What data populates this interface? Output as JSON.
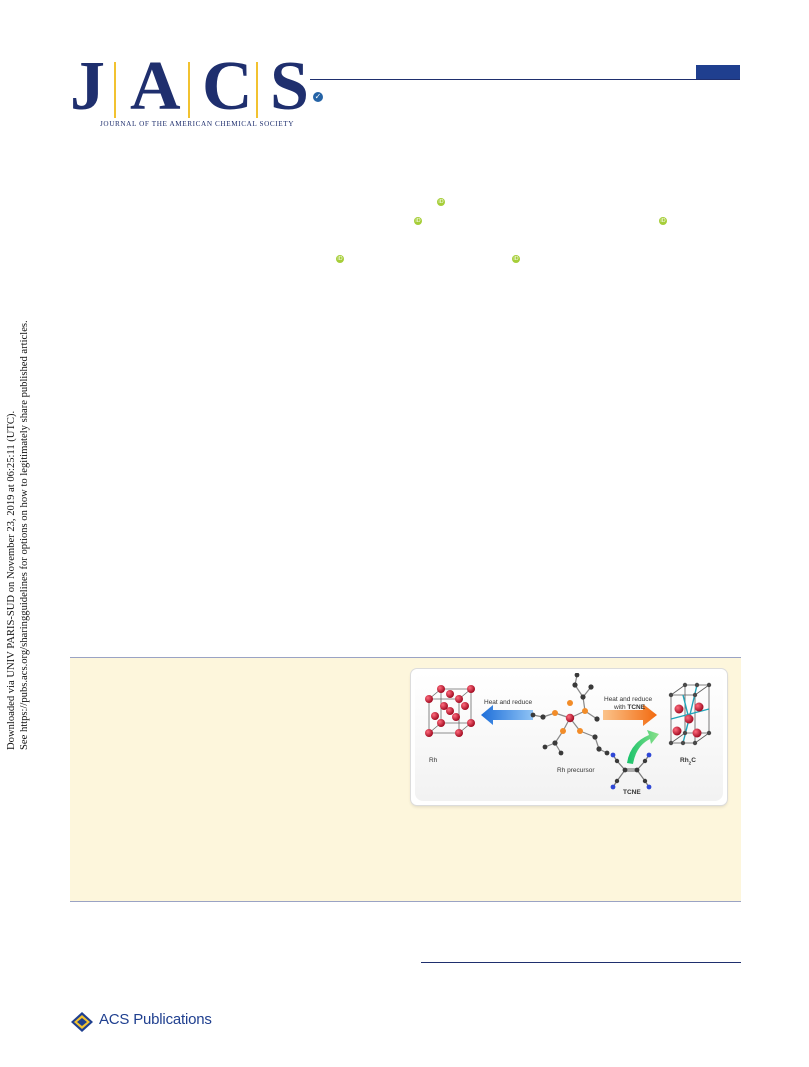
{
  "header": {
    "logo_letters": [
      "J",
      "A",
      "C",
      "S"
    ],
    "journal_name": "JOURNAL OF THE AMERICAN CHEMICAL SOCIETY",
    "accent_color": "#f2c230",
    "brand_color": "#1f2f6e"
  },
  "side_note": {
    "line1": "Downloaded via UNIV PARIS-SUD on November 23, 2019 at 06:25:11 (UTC).",
    "line2": "See https://pubs.acs.org/sharingguidelines for options on how to legitimately share published articles."
  },
  "toc_graphic": {
    "arrow_left_label": "Heat and reduce",
    "arrow_right_label_line1": "Heat and reduce",
    "arrow_right_label_line2_prefix": "with ",
    "arrow_right_label_line2_bold": "TCNE",
    "left_label": "Rh",
    "center_label": "Rh precursor",
    "bottom_label": "TCNE",
    "right_label_main": "Rh",
    "right_label_sub": "2",
    "right_label_suffix": "C"
  },
  "footer": {
    "publisher": "ACS Publications"
  }
}
